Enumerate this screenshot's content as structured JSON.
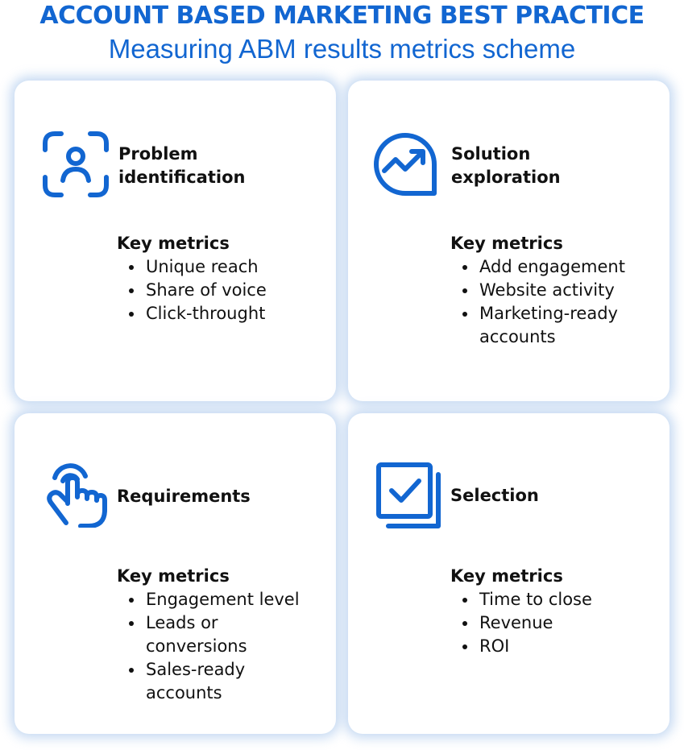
{
  "header": {
    "title": "ACCOUNT BASED MARKETING BEST PRACTICE",
    "subtitle": "Measuring ABM results metrics scheme"
  },
  "colors": {
    "accent": "#1266d1",
    "text": "#111111",
    "card_shadow": "#b2ccee"
  },
  "cards": [
    {
      "icon": "face-scan-icon",
      "title_lines": [
        "Problem",
        "identification"
      ],
      "metrics_heading": "Key metrics",
      "metrics": [
        "Unique reach",
        "Share of voice",
        "Click-throught"
      ]
    },
    {
      "icon": "growth-chart-icon",
      "title_lines": [
        "Solution",
        "exploration"
      ],
      "metrics_heading": "Key metrics",
      "metrics": [
        "Add engagement",
        "Website activity",
        "Marketing-ready accounts"
      ]
    },
    {
      "icon": "hand-tap-icon",
      "title_lines": [
        "Requirements"
      ],
      "metrics_heading": "Key metrics",
      "metrics": [
        "Engagement level",
        "Leads or conversions",
        "Sales-ready accounts"
      ]
    },
    {
      "icon": "checkbox-icon",
      "title_lines": [
        "Selection"
      ],
      "metrics_heading": "Key metrics",
      "metrics": [
        "Time to close",
        "Revenue",
        "ROI"
      ]
    }
  ]
}
